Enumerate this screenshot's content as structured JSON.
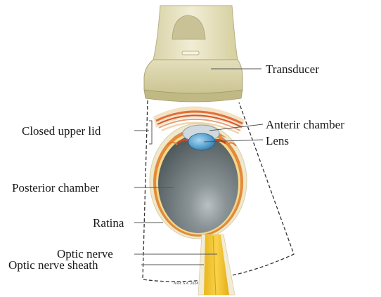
{
  "labels": {
    "transducer": "Transducer",
    "closed_upper_lid": "Closed upper lid",
    "anterior_chamber": "Anterir chamber",
    "lens": "Lens",
    "posterior_chamber": "Posterior chamber",
    "retina": "Ratina",
    "optic_nerve": "Optic nerve",
    "optic_nerve_sheath": "Optic nerve sheath"
  },
  "signature": "Anat. S.A. 2024",
  "colors": {
    "transducer_fill": "#e9e4c2",
    "transducer_shade": "#d3cd9f",
    "eyeball": "#6f7a7e",
    "sclera_ring": "#ede7cc",
    "retina_ring": "#e07a2e",
    "lid_skin": "#e88c60",
    "lens": "#4a92c4",
    "optic_nerve": "#f2c12a",
    "leader_line": "#555555"
  }
}
